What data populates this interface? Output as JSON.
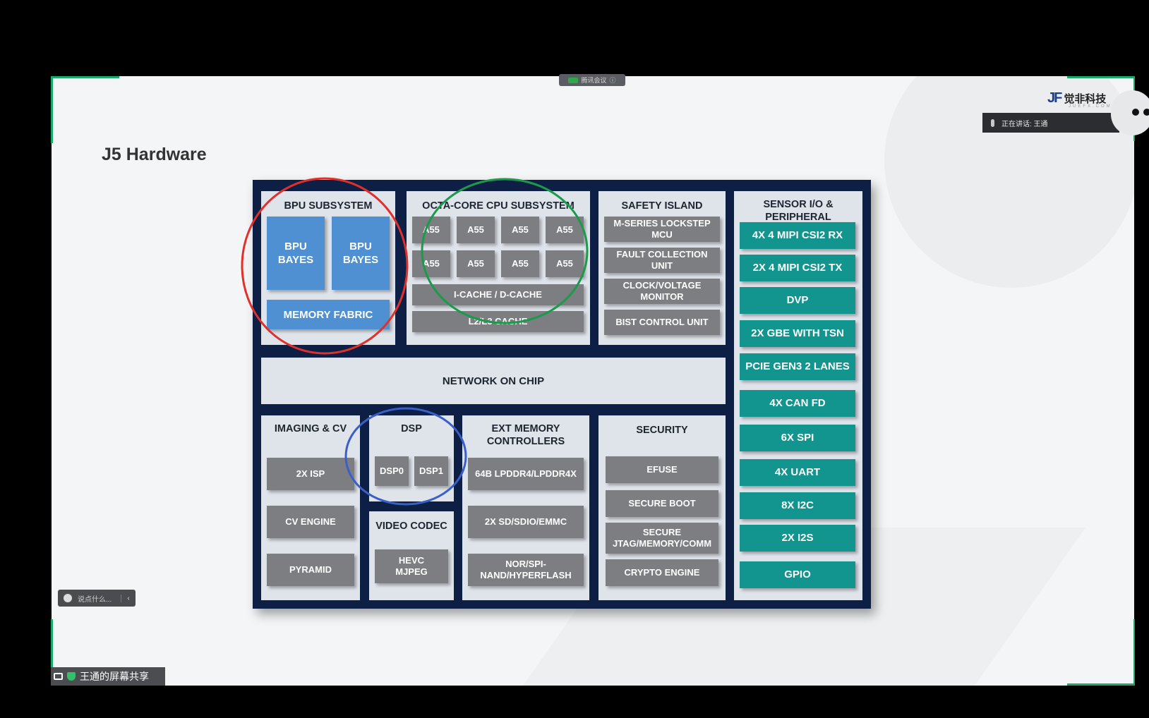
{
  "meeting": {
    "app_label": "腾讯会议"
  },
  "slide": {
    "title": "J5 Hardware"
  },
  "logo": {
    "mark": "JF",
    "text": "觉非科技",
    "sub": "JUEFX.COM"
  },
  "speaking": {
    "text": "正在讲话: 王通"
  },
  "comment": {
    "placeholder": "说点什么...",
    "chevron": "‹"
  },
  "share": {
    "label": "王通的屏幕共享"
  },
  "diagram": {
    "bpu": {
      "title": "BPU SUBSYSTEM",
      "core1": "BPU\nBAYES",
      "core2": "BPU\nBAYES",
      "fabric": "MEMORY FABRIC"
    },
    "cpu": {
      "title": "OCTA-CORE CPU SUBSYSTEM",
      "cores": [
        "A55",
        "A55",
        "A55",
        "A55",
        "A55",
        "A55",
        "A55",
        "A55"
      ],
      "icache": "I-CACHE / D-CACHE",
      "l2": "L2/L3 CACHE"
    },
    "safety": {
      "title": "SAFETY ISLAND",
      "items": [
        "M-SERIES LOCKSTEP\nMCU",
        "FAULT COLLECTION\nUNIT",
        "CLOCK/VOLTAGE\nMONITOR",
        "BIST CONTROL UNIT"
      ]
    },
    "sensor": {
      "title": "SENSOR I/O &\nPERIPHERAL",
      "items": [
        "4X 4 MIPI CSI2 RX",
        "2X 4 MIPI CSI2 TX",
        "DVP",
        "2X GBE WITH TSN",
        "PCIE GEN3 2 LANES",
        "4X CAN FD",
        "6X SPI",
        "4X UART",
        "8X I2C",
        "2X I2S",
        "GPIO"
      ]
    },
    "noc": {
      "label": "NETWORK ON CHIP"
    },
    "imaging": {
      "title": "IMAGING & CV",
      "items": [
        "2X ISP",
        "CV ENGINE",
        "PYRAMID"
      ]
    },
    "dsp": {
      "title": "DSP",
      "items": [
        "DSP0",
        "DSP1"
      ]
    },
    "video": {
      "title": "VIDEO CODEC",
      "item": "HEVC\nMJPEG"
    },
    "ext": {
      "title": "EXT MEMORY\nCONTROLLERS",
      "items": [
        "64B LPDDR4/LPDDR4X",
        "2X SD/SDIO/EMMC",
        "NOR/SPI-\nNAND/HYPERFLASH"
      ]
    },
    "security": {
      "title": "SECURITY",
      "items": [
        "EFUSE",
        "SECURE BOOT",
        "SECURE\nJTAG/MEMORY/COMM",
        "CRYPTO ENGINE"
      ]
    }
  },
  "colors": {
    "accent_green": "#1aa86b",
    "bpu_blue": "#4f90d2",
    "teal": "#12958f",
    "chip_navy": "#0d1f44",
    "circle_red": "#e0302c",
    "circle_green": "#1a9a4a",
    "circle_blue": "#3a5fc8"
  }
}
